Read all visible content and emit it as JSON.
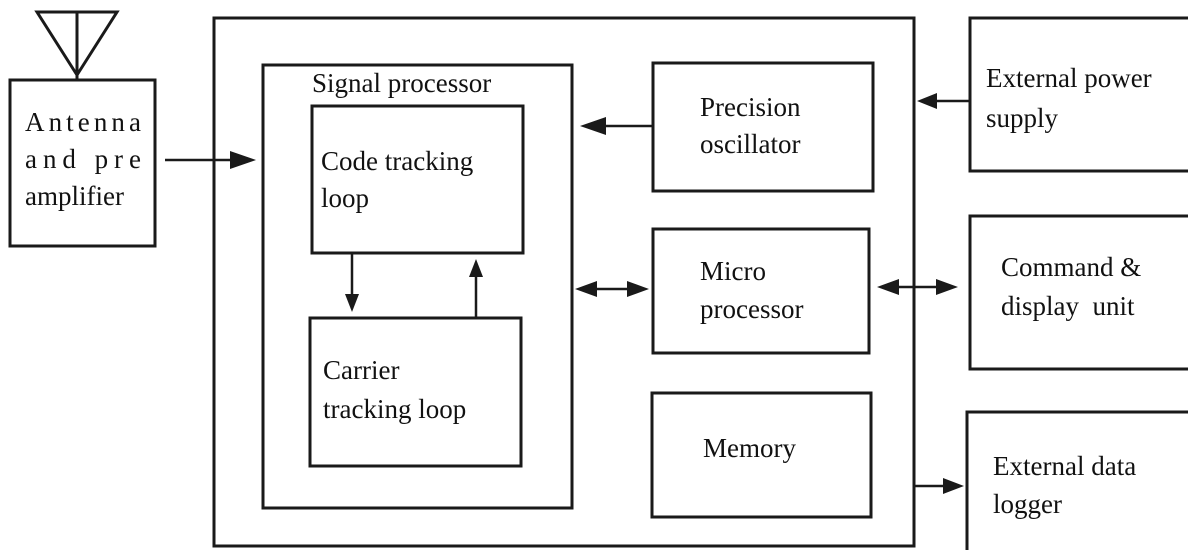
{
  "blocks": {
    "antenna": {
      "lines": [
        "Antenna",
        "and pre",
        "amplifier"
      ]
    },
    "signal_processor": {
      "label": "Signal processor"
    },
    "code_tracking": {
      "lines": [
        "Code tracking",
        "loop"
      ]
    },
    "carrier_tracking": {
      "lines": [
        "Carrier",
        "tracking loop"
      ]
    },
    "precision_oscillator": {
      "lines": [
        "Precision",
        "oscillator"
      ]
    },
    "micro_processor": {
      "lines": [
        "Micro",
        "processor"
      ]
    },
    "memory": {
      "label": "Memory"
    },
    "external_power": {
      "lines": [
        "External power",
        "supply"
      ]
    },
    "command_display": {
      "lines": [
        "Command &",
        "display  unit"
      ]
    },
    "data_logger": {
      "lines": [
        "External data",
        "logger"
      ]
    }
  },
  "icons": {
    "antenna": "antenna-icon"
  }
}
